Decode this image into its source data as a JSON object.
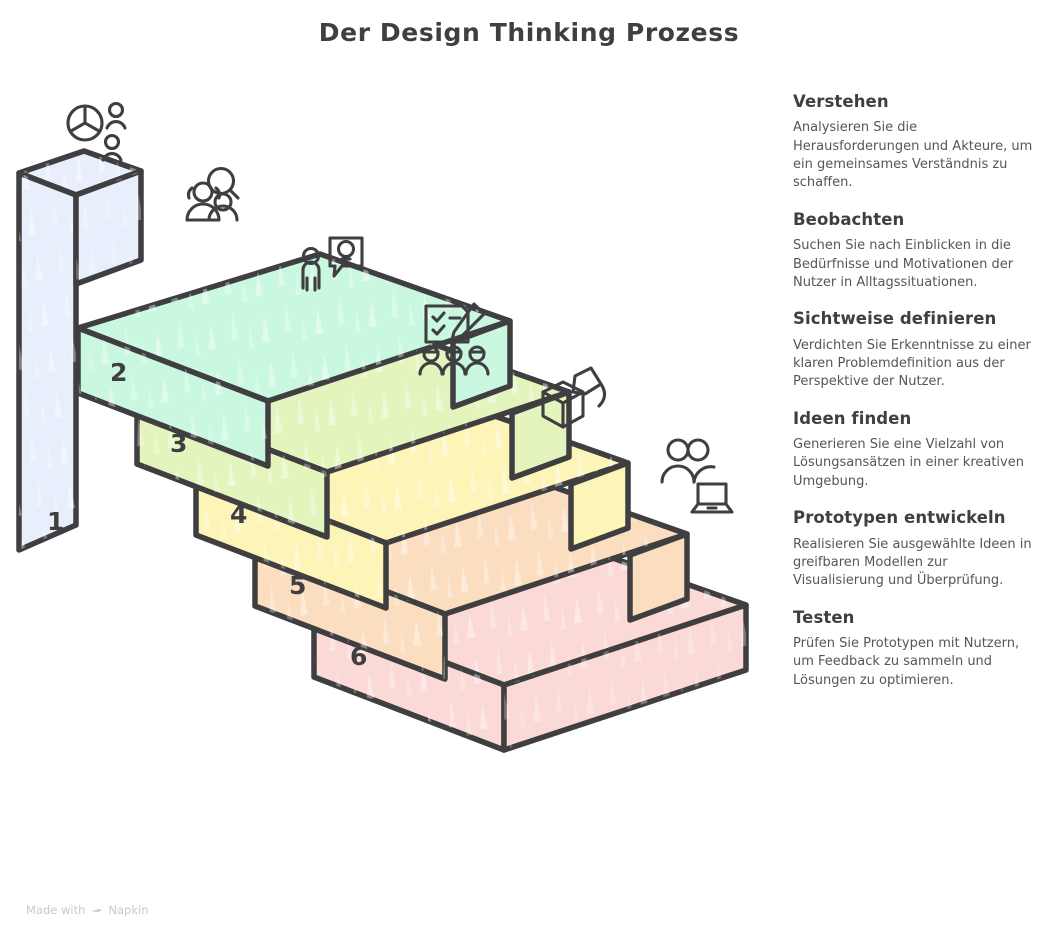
{
  "title": "Der Design Thinking Prozess",
  "colors": {
    "outline": "#3f3f41",
    "text_heading": "#3f3f41",
    "text_body": "#55565a",
    "background": "#ffffff",
    "watermark": "#c9c9cc",
    "step1": "#e8eefc",
    "step2": "#c9f7e0",
    "step3": "#e3f5bc",
    "step4": "#fdf4b8",
    "step5": "#fbddc0",
    "step6": "#fad9d6"
  },
  "steps": [
    {
      "number": "1",
      "color": "#e8eefc",
      "icon": "pie-chart-people-icon"
    },
    {
      "number": "2",
      "color": "#c9f7e0",
      "icon": "people-magnifier-icon"
    },
    {
      "number": "3",
      "color": "#e3f5bc",
      "icon": "person-lightbulb-speech-icon"
    },
    {
      "number": "4",
      "color": "#fdf4b8",
      "icon": "checklist-pencil-people-icon"
    },
    {
      "number": "5",
      "color": "#fbddc0",
      "icon": "cube-pen-icon"
    },
    {
      "number": "6",
      "color": "#fad9d6",
      "icon": "people-laptop-icon"
    }
  ],
  "phases": [
    {
      "title": "Verstehen",
      "body": "Analysieren Sie die Herausforderungen und Akteure, um ein gemeinsames Verständnis zu schaffen."
    },
    {
      "title": "Beobachten",
      "body": "Suchen Sie nach Einblicken in die Bedürfnisse und Motivationen der Nutzer in Alltagssituationen."
    },
    {
      "title": "Sichtweise definieren",
      "body": "Verdichten Sie Erkenntnisse zu einer klaren Problemdefinition aus der Perspektive der Nutzer."
    },
    {
      "title": "Ideen finden",
      "body": "Generieren Sie eine Vielzahl von Lösungsansätzen in einer kreativen Umgebung."
    },
    {
      "title": "Prototypen entwickeln",
      "body": "Realisieren Sie ausgewählte Ideen in greifbaren Modellen zur Visualisierung und Überprüfung."
    },
    {
      "title": "Testen",
      "body": "Prüfen Sie Prototypen mit Nutzern, um Feedback zu sammeln und Lösungen zu optimieren."
    }
  ],
  "footer": {
    "text": "Made with",
    "brand": "Napkin"
  }
}
